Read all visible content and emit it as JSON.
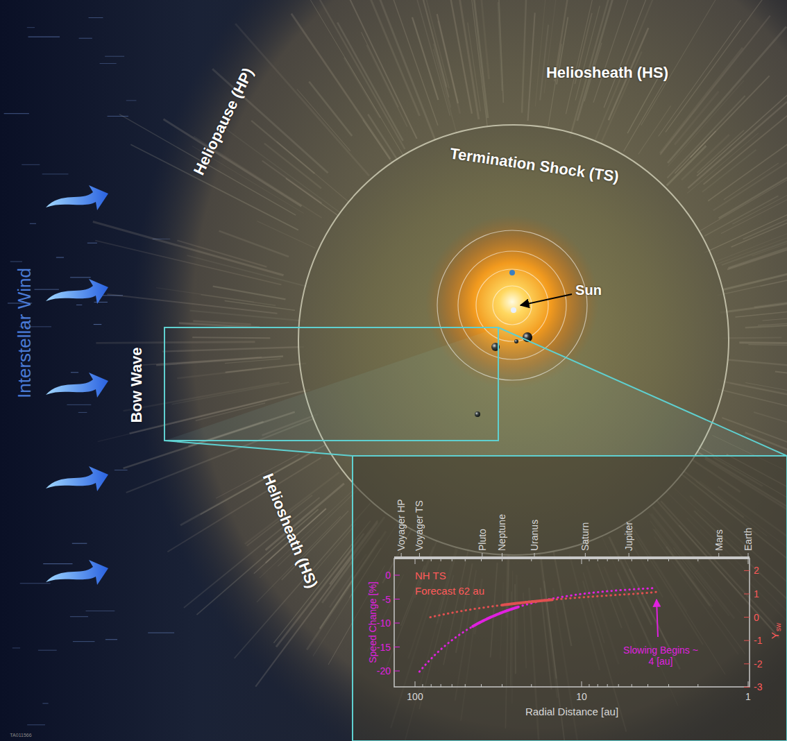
{
  "diagram": {
    "labels": [
      "Heliosheath (HS)",
      "Heliopause (HP)",
      "Termination Shock (TS)",
      "Sun",
      "Interstellar Wind",
      "Bow Wave",
      "Heliosheath (HS)",
      "Voyager HP",
      "Voyager TS",
      "Pluto",
      "Neptune",
      "Uranus",
      "Saturn",
      "Jupiter",
      "Mars",
      "Earth",
      "NH TS",
      "Forecast 62 au",
      "Speed Change [%]",
      "0",
      "-5",
      "-10",
      "-15",
      "-20",
      "2",
      "1",
      "0",
      "-1",
      "-2",
      "-3",
      "Y",
      "sw",
      "Slowing Begins ~ 4 [au]",
      "100",
      "10",
      "1",
      "Radial Distance [au]",
      "TA011566"
    ]
  }
}
